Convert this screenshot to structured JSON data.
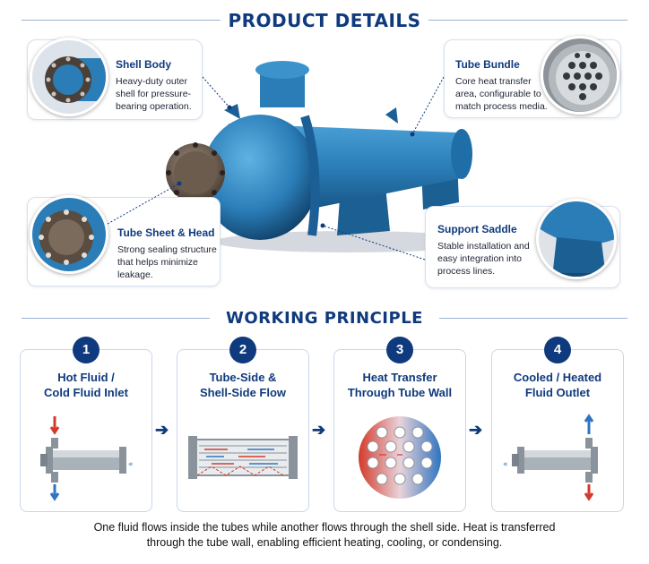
{
  "product_details": {
    "title": "PRODUCT DETAILS",
    "callouts": [
      {
        "id": "shell-body",
        "title": "Shell Body",
        "text": "Heavy-duty outer shell for pressure-bearing operation."
      },
      {
        "id": "tube-bundle",
        "title": "Tube Bundle",
        "text": "Core heat transfer area, configurable to match process media."
      },
      {
        "id": "tube-sheet",
        "title": "Tube Sheet & Head",
        "text": "Strong sealing structure that helps minimize leakage."
      },
      {
        "id": "support-saddle",
        "title": "Support Saddle",
        "text": "Stable installation and easy integration into process lines."
      }
    ]
  },
  "working_principle": {
    "title": "WORKING PRINCIPLE",
    "steps": [
      {
        "number": "1",
        "title_line1": "Hot Fluid /",
        "title_line2": "Cold Fluid Inlet"
      },
      {
        "number": "2",
        "title_line1": "Tube-Side &",
        "title_line2": "Shell-Side Flow"
      },
      {
        "number": "3",
        "title_line1": "Heat Transfer",
        "title_line2": "Through Tube Wall"
      },
      {
        "number": "4",
        "title_line1": "Cooled / Heated",
        "title_line2": "Fluid Outlet"
      }
    ],
    "caption_line1": "One fluid flows inside the tubes while another flows through the shell side. Heat is transferred",
    "caption_line2": "through the tube wall, enabling efficient heating, cooling, or condensing."
  },
  "colors": {
    "navy": "#0f3a7d",
    "shell_blue": "#2b7db8",
    "hot": "#d33a2c",
    "cold": "#2f74c0"
  }
}
